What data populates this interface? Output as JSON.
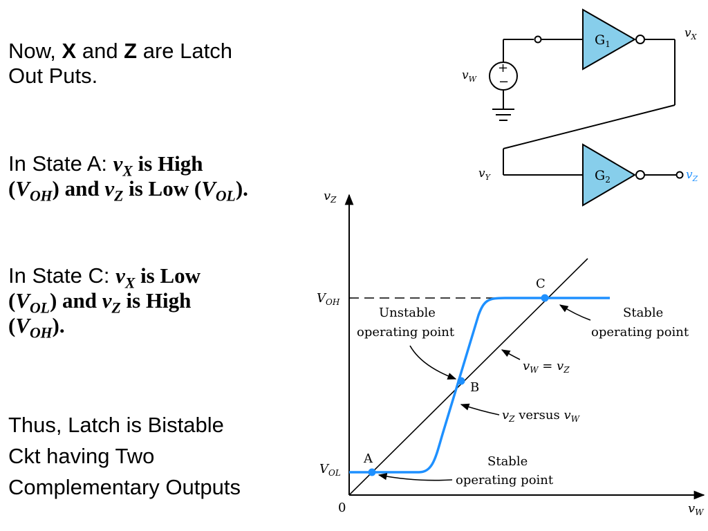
{
  "slide": {
    "p1": {
      "a": "Now, ",
      "b": "X",
      "c": " and ",
      "d": "Z",
      "e": " are Latch",
      "f": "Out Puts."
    },
    "p2": {
      "lead": "In State A: ",
      "vx": "v",
      "vx_sub": "X",
      "is_high": " is High",
      "open": "(",
      "voh": "V",
      "voh_sub": "OH",
      "mid": ") and ",
      "vz": "v",
      "vz_sub": "Z",
      "is_low": " is Low (",
      "vol": "V",
      "vol_sub": "OL",
      "close": ")."
    },
    "p3": {
      "lead": "In State C: ",
      "vx": "v",
      "vx_sub": "X",
      "is_low": " is Low",
      "open": "(",
      "vol": "V",
      "vol_sub": "OL",
      "mid": ") and ",
      "vz": "v",
      "vz_sub": "Z",
      "is_high": " is High",
      "open2": "(",
      "voh": "V",
      "voh_sub": "OH",
      "close": ")."
    },
    "p4": {
      "l1": "Thus, Latch is Bistable",
      "l2": "Ckt having Two",
      "l3": "Complementary Outputs"
    }
  },
  "circuit": {
    "gate1": "G",
    "gate1_sub": "1",
    "gate2": "G",
    "gate2_sub": "2",
    "vx": "v",
    "vx_sub": "X",
    "vw": "v",
    "vw_sub": "W",
    "vy": "v",
    "vy_sub": "Y",
    "vz": "v",
    "vz_sub": "Z",
    "src_plus": "+",
    "src_minus": "−"
  },
  "graph": {
    "y_axis": "v",
    "y_axis_sub": "Z",
    "x_axis": "v",
    "x_axis_sub": "W",
    "origin": "0",
    "voh": "V",
    "voh_sub": "OH",
    "vol": "V",
    "vol_sub": "OL",
    "point_a": "A",
    "point_b": "B",
    "point_c": "C",
    "unstable_1": "Unstable",
    "unstable_2": "operating point",
    "stable_c_1": "Stable",
    "stable_c_2": "operating point",
    "stable_a_1": "Stable",
    "stable_a_2": "operating point",
    "line_label_a": "v",
    "line_label_a_sub": "W",
    "line_label_eq": " = ",
    "line_label_b": "v",
    "line_label_b_sub": "Z",
    "curve_label_a": "v",
    "curve_label_a_sub": "Z",
    "curve_label_mid": " versus ",
    "curve_label_b": "v",
    "curve_label_b_sub": "W",
    "colors": {
      "curve": "#1e90ff",
      "gate_fill": "#87ceeb",
      "ink": "#000000"
    }
  }
}
